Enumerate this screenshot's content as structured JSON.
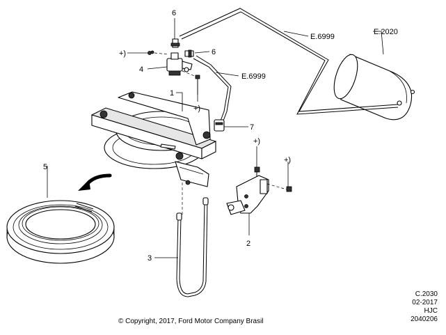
{
  "callouts": {
    "part_1": "1",
    "part_2": "2",
    "part_3": "3",
    "part_4": "4",
    "part_5": "5",
    "part_6_top": "6",
    "part_6_right": "6",
    "part_7": "7",
    "plus_left": "+)",
    "plus_mid": "+)",
    "plus_bracket_top": "+)",
    "plus_bracket_right": "+)",
    "ref_e6999_upper": "E.6999",
    "ref_e6999_lower": "E.6999",
    "ref_e2020": "E.2020"
  },
  "footer": {
    "copyright": "© Copyright, 2017, Ford Motor Company Brasil",
    "code": "C.2030",
    "date": "02-2017",
    "initials": "HJC",
    "number": "2040206"
  }
}
